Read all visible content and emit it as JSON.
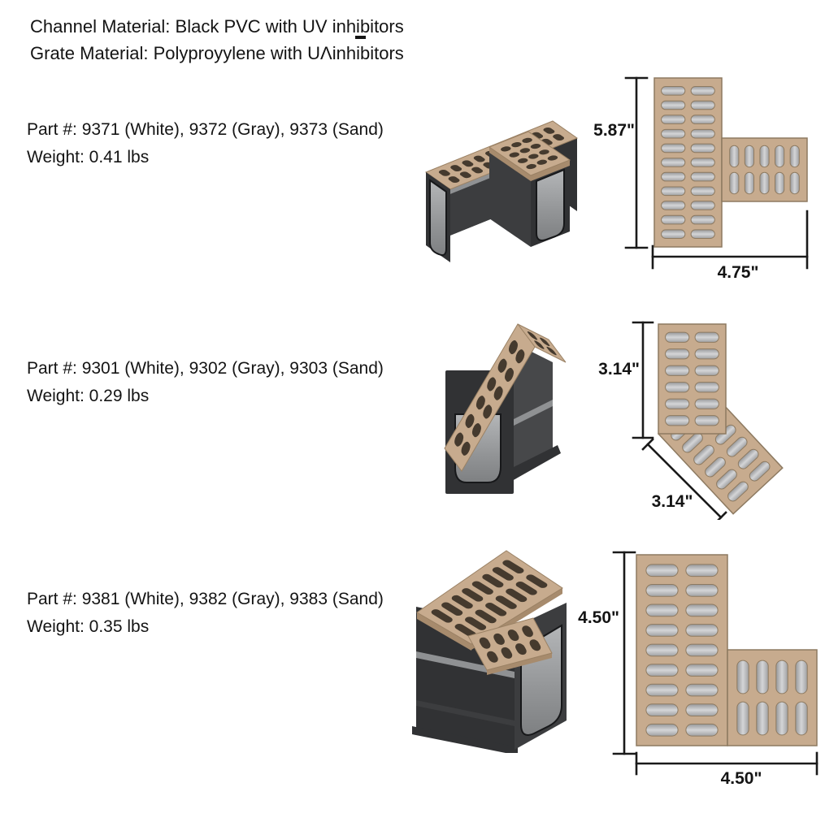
{
  "header": {
    "line1": "Channel Material: Black PVC with UV inhibitors",
    "line2": "Grate Material: Polyproyylene with UΛinhibitors"
  },
  "products": [
    {
      "part_line": "Part #: 9371 (White), 9372 (Gray), 9373 (Sand)",
      "weight_line": "Weight: 0.41 lbs",
      "fitting_type": "tee-fitting",
      "dimensions": {
        "height": "5.87\"",
        "width": "4.75\""
      }
    },
    {
      "part_line": "Part #: 9301 (White), 9302 (Gray), 9303 (Sand)",
      "weight_line": "Weight: 0.29 lbs",
      "fitting_type": "45-degree-elbow",
      "dimensions": {
        "height": "3.14\"",
        "width": "3.14\""
      }
    },
    {
      "part_line": "Part #: 9381 (White), 9382 (Gray), 9383 (Sand)",
      "weight_line": "Weight: 0.35 lbs",
      "fitting_type": "90-degree-corner",
      "dimensions": {
        "height": "4.50\"",
        "width": "4.50\""
      }
    }
  ],
  "colors": {
    "background": "#ffffff",
    "text": "#141414",
    "dim": "#1a1a1a",
    "grate": "#c7ab8e",
    "grate_edge": "#8d7a61",
    "grate_strip": "#a78b6d",
    "channel_dark": "#313234",
    "channel_band": "#8f9193",
    "photo_slot": "#453a2e",
    "slot_gray": "#a9abad"
  }
}
